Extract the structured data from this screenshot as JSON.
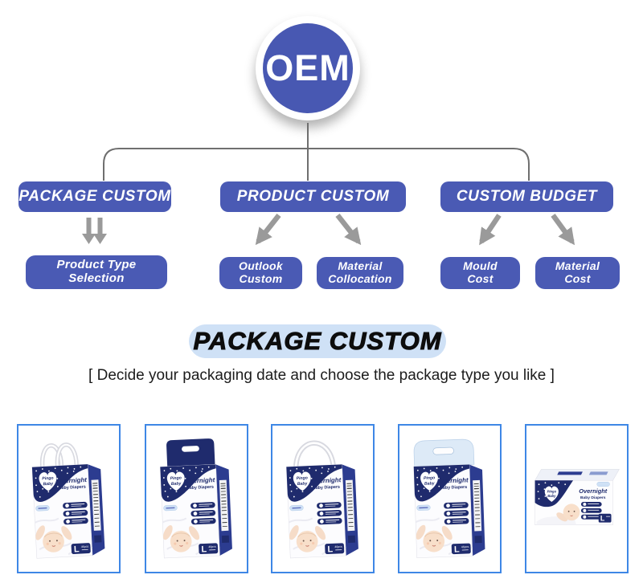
{
  "header": {
    "logo": "OEM"
  },
  "flowchart": {
    "level1": [
      {
        "label": "PACKAGE CUSTOM"
      },
      {
        "label": "PRODUCT CUSTOM"
      },
      {
        "label": "CUSTOM BUDGET"
      }
    ],
    "level2": [
      {
        "line1": "Product Type",
        "line2": "Selection"
      },
      {
        "line1": "Outlook",
        "line2": "Custom"
      },
      {
        "line1": "Material",
        "line2": "Collocation"
      },
      {
        "line1": "Mould",
        "line2": "Cost"
      },
      {
        "line1": "Material",
        "line2": "Cost"
      }
    ]
  },
  "section": {
    "title": "PACKAGE CUSTOM",
    "subtitle": "[ Decide your packaging date and choose the package type you like ]"
  },
  "package_label": {
    "brand_line1": "Pingo",
    "brand_line2": "Baby",
    "title": "Overnight",
    "subtitle": "Baby Diapers",
    "size": "L",
    "count": "46pcs"
  },
  "colors": {
    "primary_blue": "#4a5ab4",
    "navy": "#1f2b6d",
    "heading_pill_blue": "#cfe1f6",
    "card_border_blue": "#3e87e6",
    "connector_gray": "#6f6f6f",
    "arrow_gray": "#9a9a9a"
  }
}
